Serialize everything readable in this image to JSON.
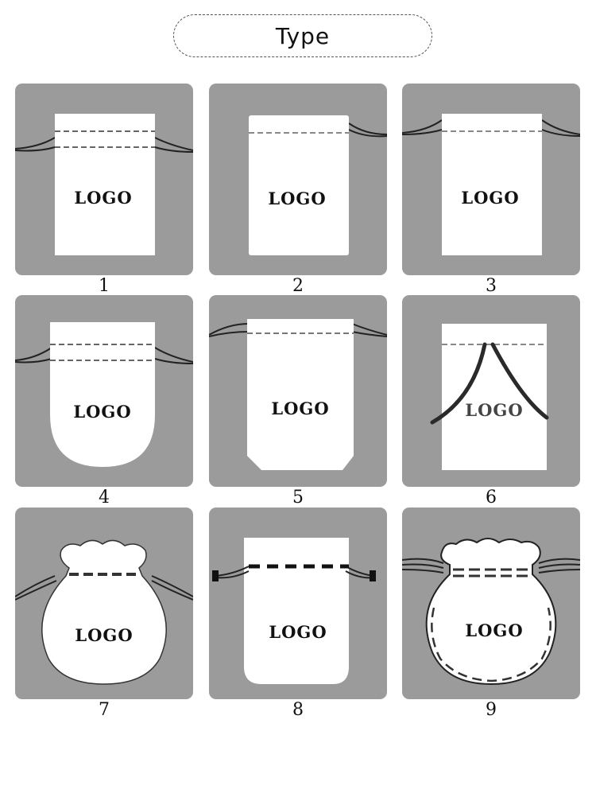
{
  "title": "Type",
  "items": [
    {
      "number": "1",
      "logo": "LOGO"
    },
    {
      "number": "2",
      "logo": "LOGO"
    },
    {
      "number": "3",
      "logo": "LOGO"
    },
    {
      "number": "4",
      "logo": "LOGO"
    },
    {
      "number": "5",
      "logo": "LOGO"
    },
    {
      "number": "6",
      "logo": "LOGO"
    },
    {
      "number": "7",
      "logo": "LOGO"
    },
    {
      "number": "8",
      "logo": "LOGO"
    },
    {
      "number": "9",
      "logo": "LOGO"
    }
  ],
  "colors": {
    "panel_bg": "#9b9b9b",
    "bag_fill": "#ffffff",
    "cord": "#2a2a2a"
  }
}
